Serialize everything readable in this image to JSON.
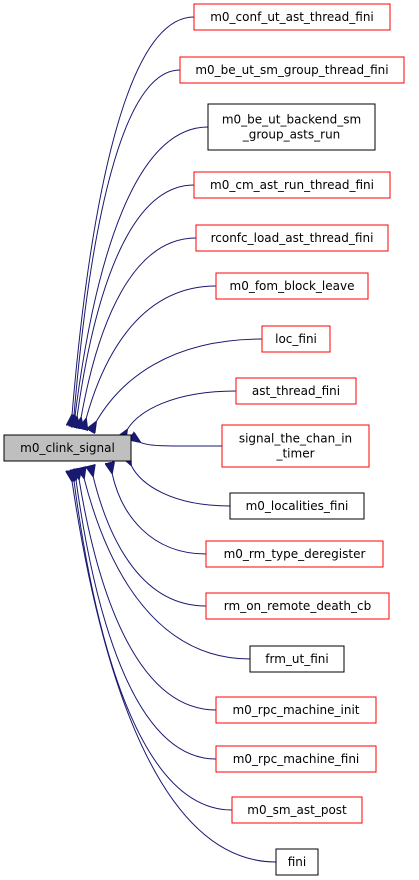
{
  "graph": {
    "focus_node": {
      "label": "m0_clink_signal"
    },
    "caller_nodes": [
      {
        "lines": [
          "m0_conf_ut_ast_thread_fini"
        ],
        "border": "#ff0000"
      },
      {
        "lines": [
          "m0_be_ut_sm_group_thread_fini"
        ],
        "border": "#ff0000"
      },
      {
        "lines": [
          "m0_be_ut_backend_sm",
          "_group_asts_run"
        ],
        "border": "#000000"
      },
      {
        "lines": [
          "m0_cm_ast_run_thread_fini"
        ],
        "border": "#ff0000"
      },
      {
        "lines": [
          "rconfc_load_ast_thread_fini"
        ],
        "border": "#ff0000"
      },
      {
        "lines": [
          "m0_fom_block_leave"
        ],
        "border": "#ff0000"
      },
      {
        "lines": [
          "loc_fini"
        ],
        "border": "#ff0000"
      },
      {
        "lines": [
          "ast_thread_fini"
        ],
        "border": "#ff0000"
      },
      {
        "lines": [
          "signal_the_chan_in",
          "_timer"
        ],
        "border": "#ff0000"
      },
      {
        "lines": [
          "m0_localities_fini"
        ],
        "border": "#000000"
      },
      {
        "lines": [
          "m0_rm_type_deregister"
        ],
        "border": "#ff0000"
      },
      {
        "lines": [
          "rm_on_remote_death_cb"
        ],
        "border": "#ff0000"
      },
      {
        "lines": [
          "frm_ut_fini"
        ],
        "border": "#000000"
      },
      {
        "lines": [
          "m0_rpc_machine_init"
        ],
        "border": "#ff0000"
      },
      {
        "lines": [
          "m0_rpc_machine_fini"
        ],
        "border": "#ff0000"
      },
      {
        "lines": [
          "m0_sm_ast_post"
        ],
        "border": "#ff0000"
      },
      {
        "lines": [
          "fini"
        ],
        "border": "#000000"
      }
    ],
    "edge_color": "#191970",
    "focus_fill": "#bfbfbf"
  }
}
